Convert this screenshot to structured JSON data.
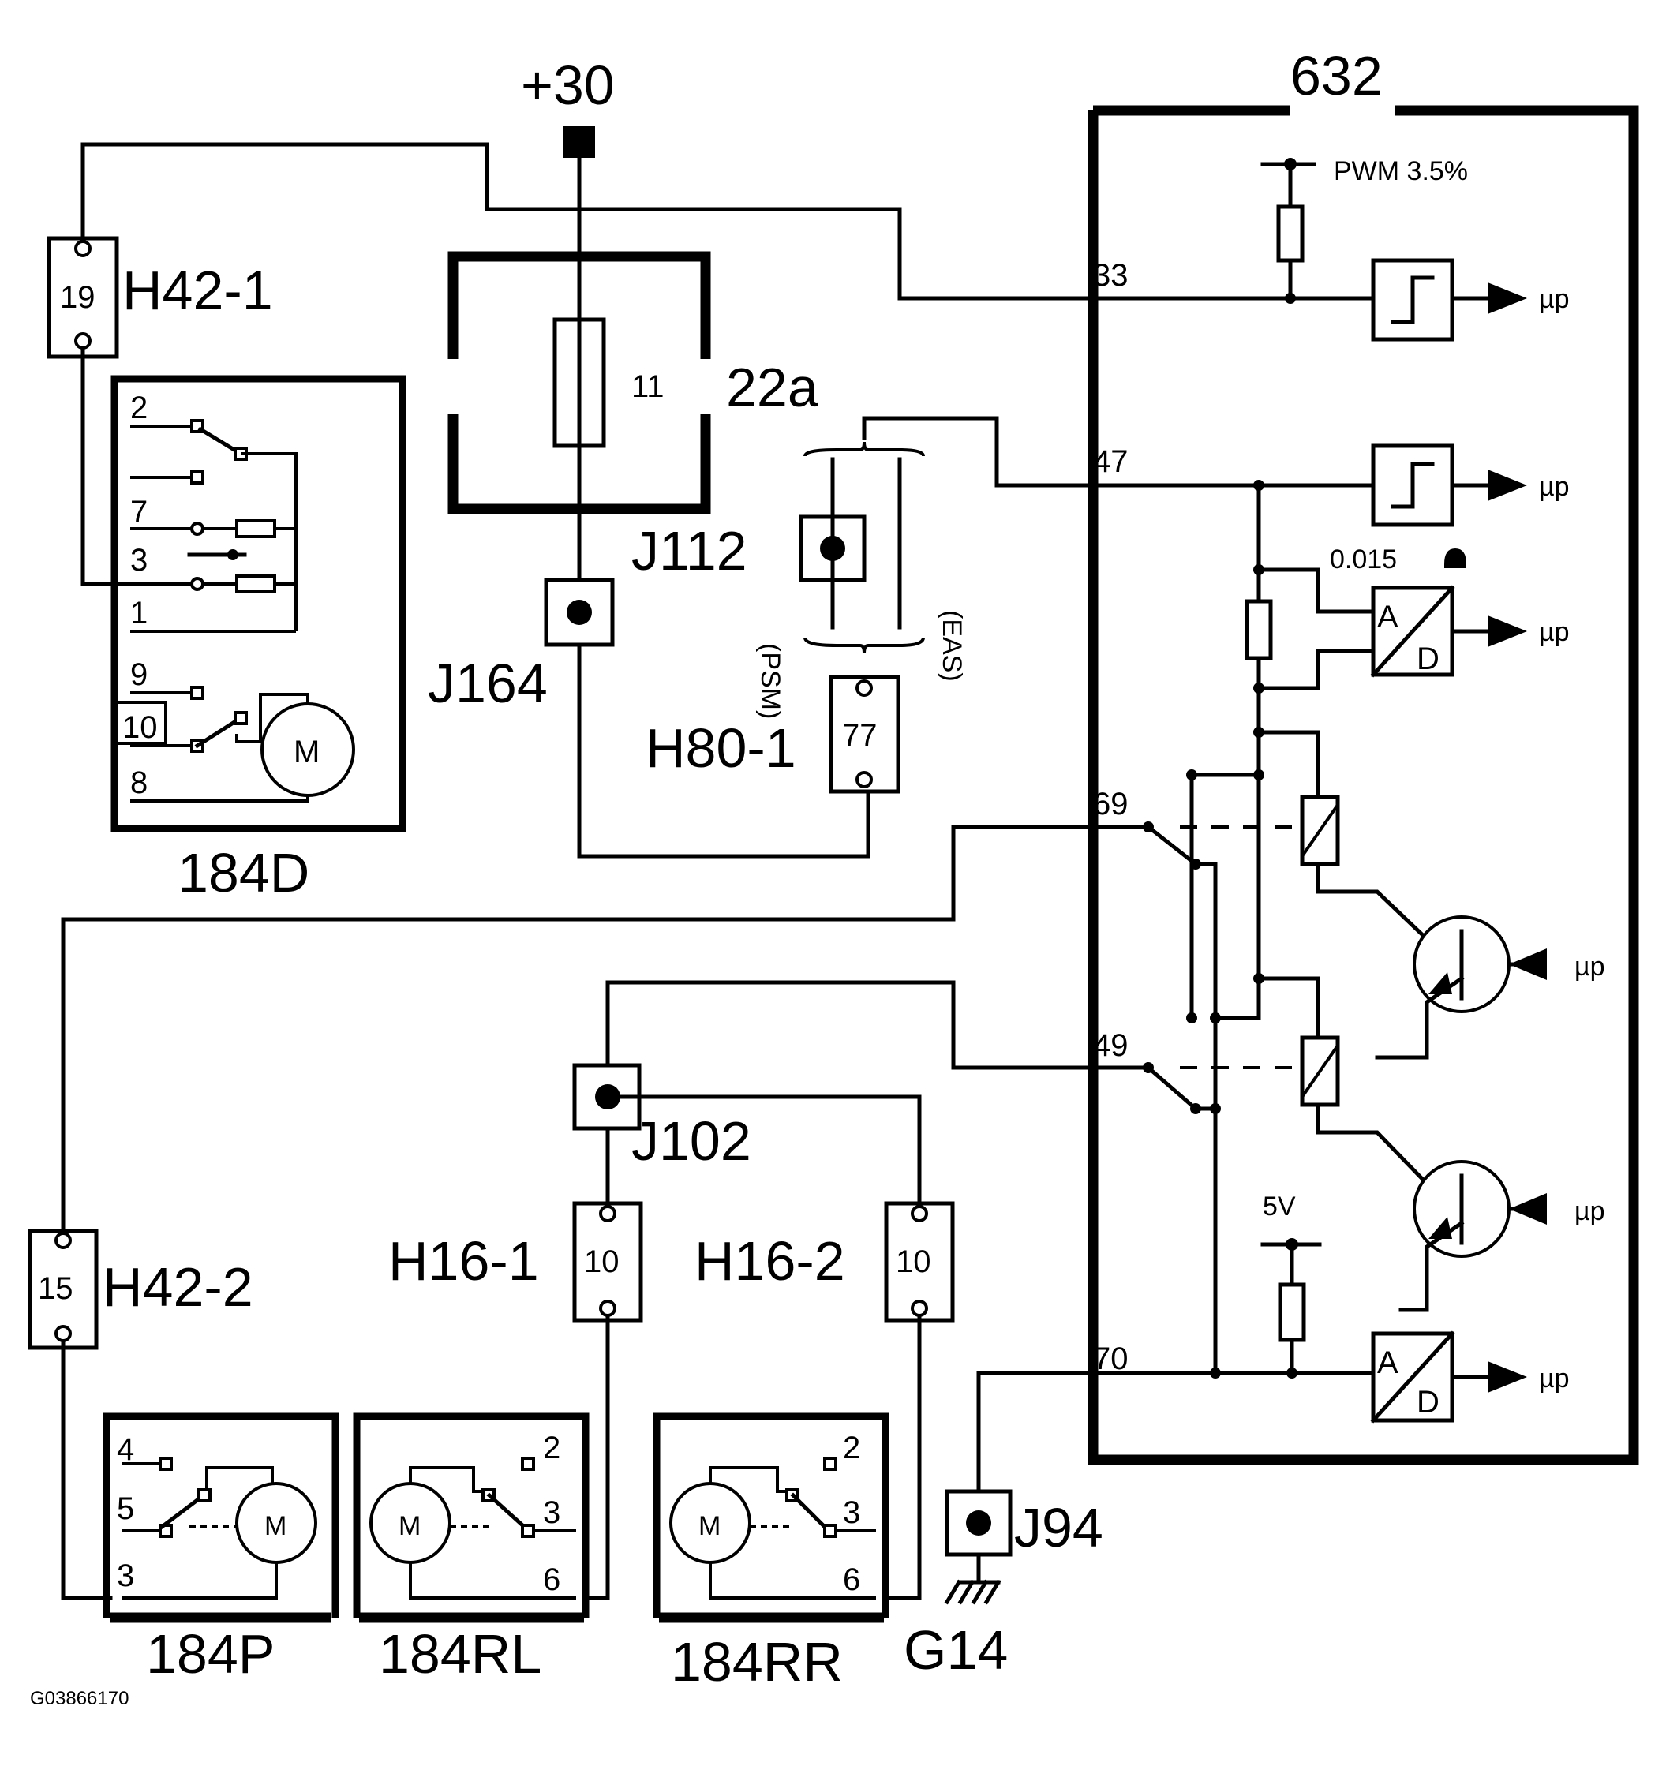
{
  "supply": {
    "label": "+30"
  },
  "control_module": {
    "id": "632",
    "pins": {
      "p33": "33",
      "p47": "47",
      "p69": "69",
      "p49": "49",
      "p70": "70"
    },
    "pwm_label": "PWM 3.5%",
    "resistance_label": "0.015",
    "voltage_label": "5V",
    "mu_label": "µp",
    "ad_a": "A",
    "ad_d": "D"
  },
  "fuse_box": {
    "id": "22a",
    "fuse_number": "11"
  },
  "splices": {
    "j164": "J164",
    "j112": "J112",
    "j102": "J102",
    "j94": "J94"
  },
  "connectors": {
    "h42_1": {
      "id": "H42-1",
      "pin": "19"
    },
    "h42_2": {
      "id": "H42-2",
      "pin": "15"
    },
    "h80_1": {
      "id": "H80-1",
      "pin": "77"
    },
    "h16_1": {
      "id": "H16-1",
      "pin": "10"
    },
    "h16_2": {
      "id": "H16-2",
      "pin": "10"
    }
  },
  "variants": {
    "psm": "(PSM)",
    "eas": "(EAS)"
  },
  "components": {
    "c184d": {
      "id": "184D",
      "pins": [
        "2",
        "7",
        "3",
        "1",
        "9",
        "10",
        "8"
      ],
      "motor": "M"
    },
    "c184p": {
      "id": "184P",
      "pins": [
        "4",
        "5",
        "3"
      ],
      "motor": "M"
    },
    "c184rl": {
      "id": "184RL",
      "pins": [
        "2",
        "3",
        "6"
      ],
      "motor": "M"
    },
    "c184rr": {
      "id": "184RR",
      "pins": [
        "2",
        "3",
        "6"
      ],
      "motor": "M"
    }
  },
  "ground": {
    "id": "G14"
  },
  "figure_id": "G03866170"
}
